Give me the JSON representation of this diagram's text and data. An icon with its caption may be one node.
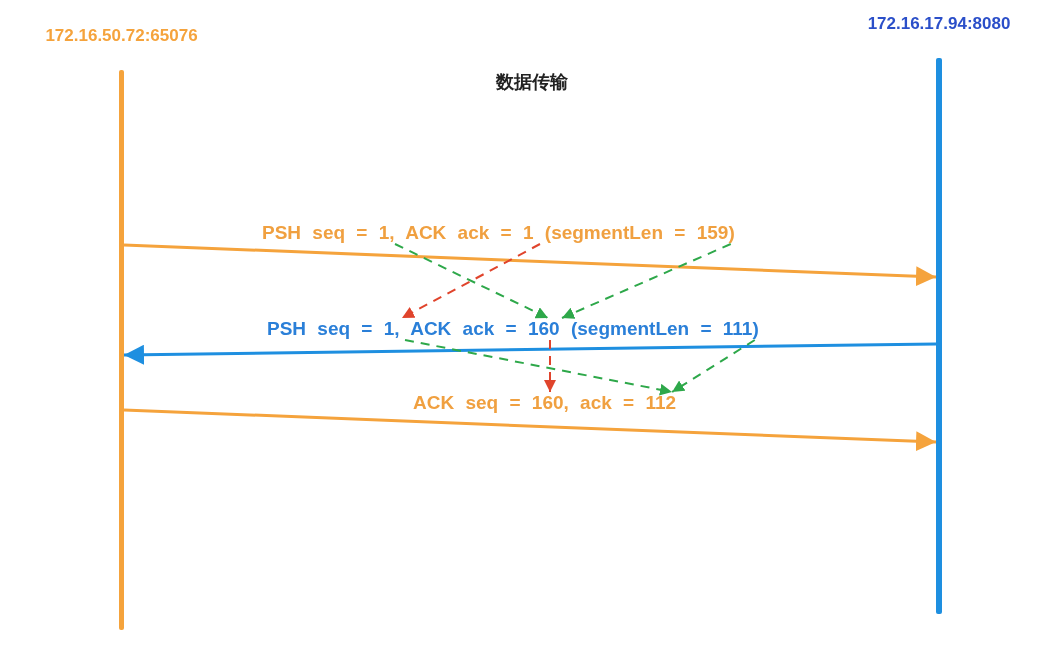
{
  "diagram": {
    "nodes": [
      {
        "text": [
          "172.16.50.72:65076"
        ]
      },
      {
        "text": [
          "172.16.17.94:8080"
        ]
      },
      {
        "text": [
          "PSH seq = 1, ACK ack = 1 (segmentLen = 159)"
        ]
      },
      {
        "text": [
          "PSH seq = 1, ACK ack = 160 (segmentLen = 111)"
        ]
      },
      {
        "text": [
          "ACK seq = 160, ack = 112"
        ]
      }
    ],
    "edges": [
      {
        "from": 0,
        "to": 1,
        "arrow": "to",
        "color": "#f5a33c"
      },
      {
        "from": 1,
        "to": 0,
        "arrow": "to",
        "color": "#1e8fe0"
      },
      {
        "from": 0,
        "to": 1,
        "arrow": "to",
        "color": "#f5a33c"
      },
      {
        "from": 2,
        "to": 3,
        "arrow": "to",
        "style": "dashed",
        "color": "#2ea84a"
      },
      {
        "from": 2,
        "to": 3,
        "arrow": "to",
        "style": "dashed",
        "color": "#e0442c"
      },
      {
        "from": 2,
        "to": 3,
        "arrow": "to",
        "style": "dashed",
        "color": "#2ea84a"
      },
      {
        "from": 3,
        "to": 4,
        "arrow": "to",
        "style": "dashed",
        "color": "#2ea84a"
      },
      {
        "from": 3,
        "to": 4,
        "arrow": "to",
        "style": "dashed",
        "color": "#e0442c"
      },
      {
        "from": 3,
        "to": 4,
        "arrow": "to",
        "style": "dashed",
        "color": "#2ea84a"
      }
    ],
    "labels": [
      "数据传输"
    ]
  }
}
